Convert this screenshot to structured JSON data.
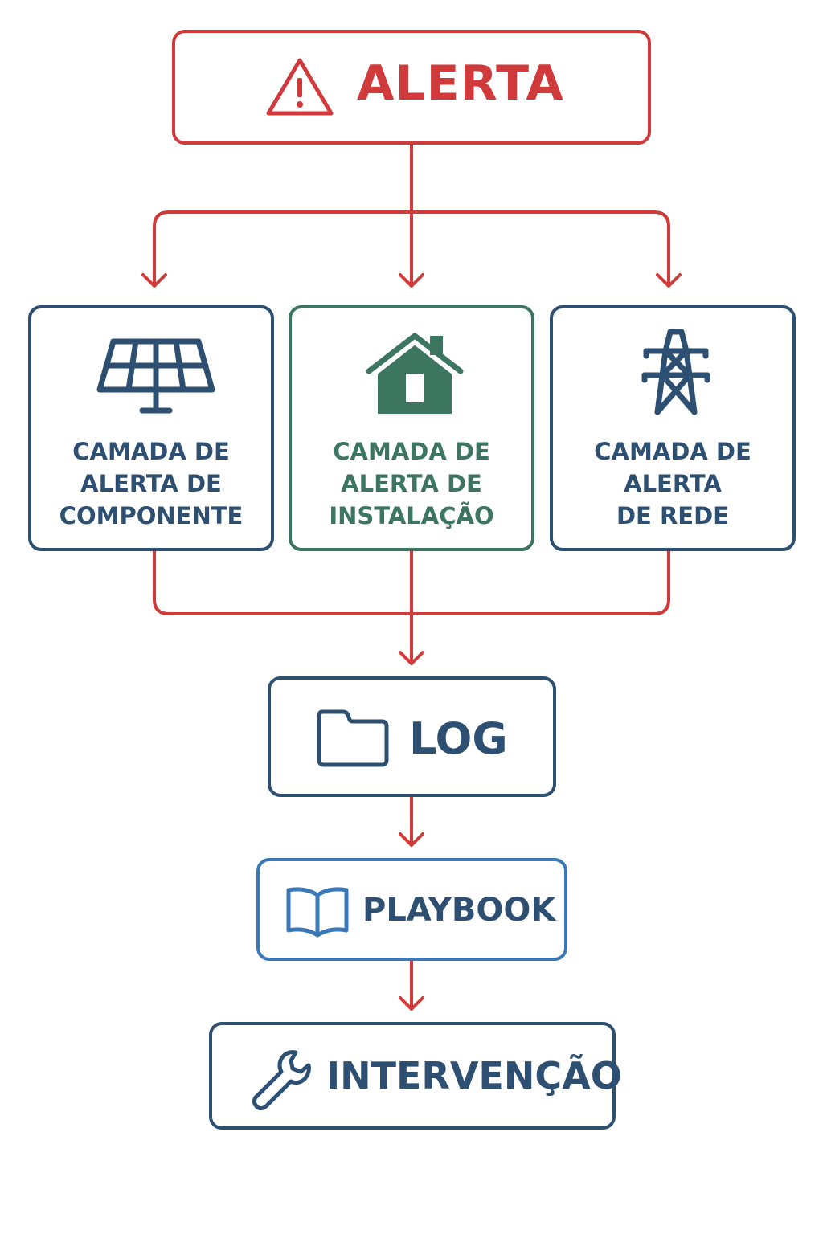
{
  "colors": {
    "alert_red": "#d03a3a",
    "navy": "#2d4f72",
    "green": "#3c7560",
    "blue": "#3a78b8"
  },
  "alert": {
    "label": "ALERTA",
    "icon": "warning-triangle-icon"
  },
  "layers": [
    {
      "lines": [
        "CAMADA DE",
        "ALERTA DE",
        "COMPONENTE"
      ],
      "icon": "solar-panel-icon"
    },
    {
      "lines": [
        "CAMADA DE",
        "ALERTA DE",
        "INSTALAÇÃO"
      ],
      "icon": "house-icon"
    },
    {
      "lines": [
        "CAMADA DE",
        "ALERTA",
        "DE REDE"
      ],
      "icon": "transmission-tower-icon"
    }
  ],
  "log": {
    "label": "LOG",
    "icon": "folder-icon"
  },
  "playbook": {
    "label": "PLAYBOOK",
    "icon": "book-icon"
  },
  "intervention": {
    "label": "INTERVENÇÃO",
    "icon": "wrench-icon"
  }
}
